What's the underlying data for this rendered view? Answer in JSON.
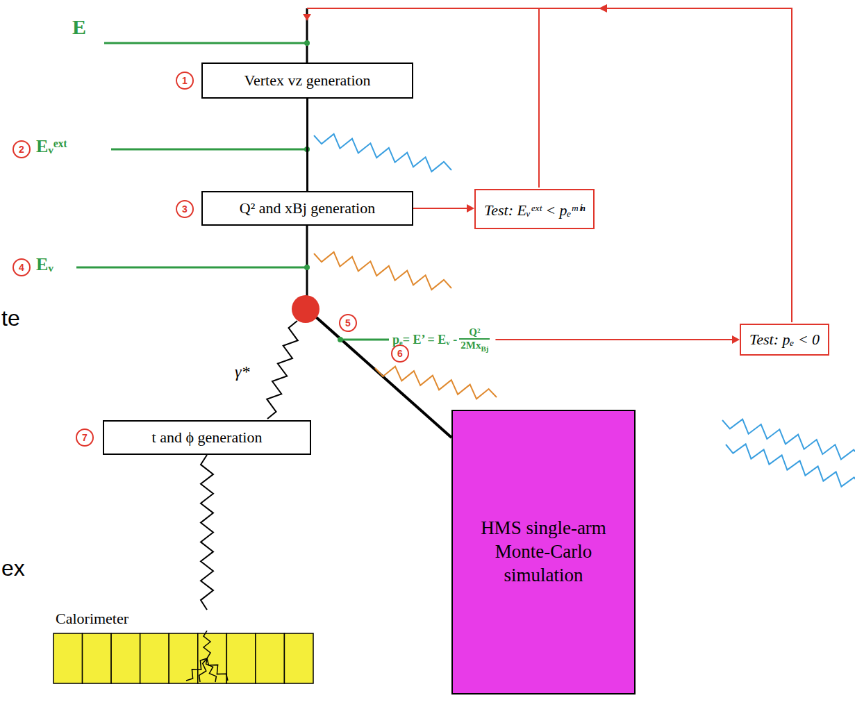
{
  "diagram": {
    "nodes": [
      {
        "text": [
          "Vertex vz generation"
        ]
      },
      {
        "text": [
          "Q² and xBj generation"
        ]
      },
      {
        "text": [
          "Test: Eᵥᵉˣᵗ < pₑᵐⁱⁿ"
        ]
      },
      {
        "text": [
          "Test: pₑ < 0"
        ]
      },
      {
        "text": [
          "t and ϕ generation"
        ]
      },
      {
        "text": [
          "Calorimeter"
        ]
      },
      {
        "text": [
          "HMS single-arm Monte-Carlo simulation"
        ]
      }
    ],
    "edges": [
      {
        "from": 0,
        "to": 1,
        "arrow": "none"
      },
      {
        "from": 1,
        "to": 2,
        "arrow": "to"
      },
      {
        "from": 4,
        "to": 5,
        "arrow": "none"
      }
    ],
    "labels": [
      "E",
      "1",
      "2",
      "Eᵥᵉˣᵗ",
      "3",
      "4",
      "Eᵥ",
      "pₑ= E’ = Eᵥ -",
      "Q²",
      "2Mx",
      "Bj",
      "5",
      "6",
      "γ*",
      "7",
      "te",
      "ex"
    ]
  }
}
